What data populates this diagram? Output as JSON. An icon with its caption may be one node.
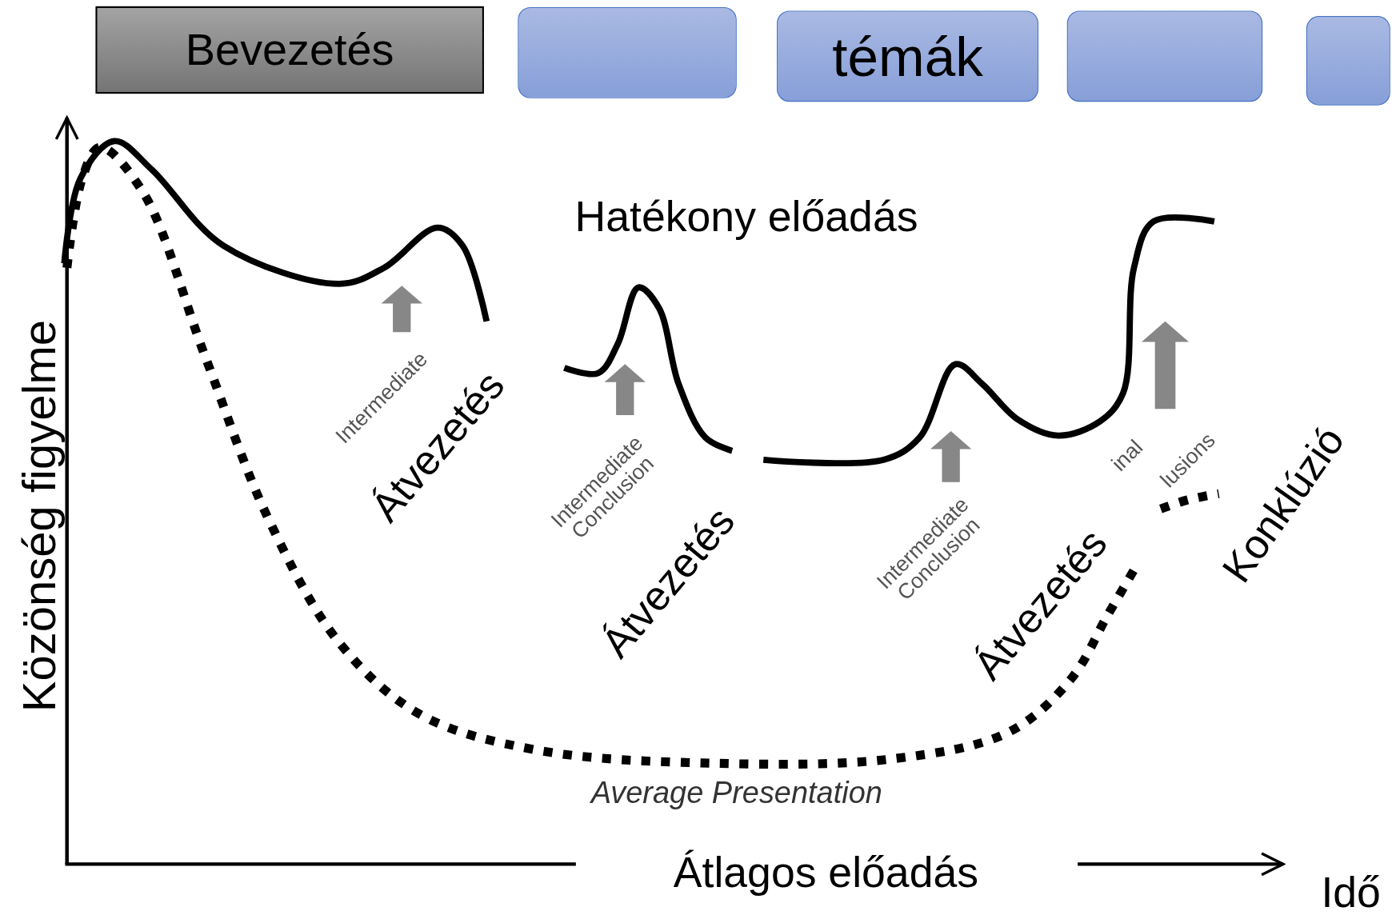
{
  "diagram": {
    "nodes": [
      {
        "text": [
          "Bevezetés"
        ]
      },
      {
        "text": [],
        "shape": "box"
      },
      {
        "text": [
          "témák"
        ]
      },
      {
        "text": [],
        "shape": "box"
      },
      {
        "text": [],
        "shape": "box"
      }
    ],
    "labels": [
      "Hatékony előadás",
      "Intermediate",
      "Átvezetés",
      "Intermediate Conclusion",
      "Átvezetés",
      "Intermediate Conclusion",
      "Átvezetés",
      "inal",
      "lusions",
      "Konklúzió",
      "Közönség figyelme",
      "Average Presentation",
      "Átlagos előadás",
      "Idő"
    ]
  }
}
